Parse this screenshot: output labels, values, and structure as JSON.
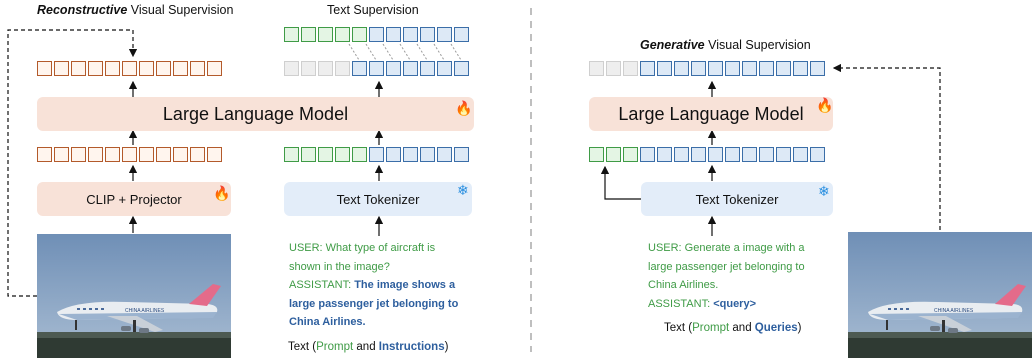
{
  "left": {
    "title_bold": "Reconstructive",
    "title_rest": " Visual Supervision",
    "llm_label": "Large Language Model",
    "encoder_label": "CLIP + Projector"
  },
  "middle": {
    "title": "Text Supervision",
    "tokenizer_label": "Text Tokenizer",
    "prompt_user": "USER: What type of aircraft is shown in the image?",
    "prompt_assistant": "ASSISTANT: ",
    "prompt_answer": "The image shows a large passenger jet belonging to China Airlines.",
    "caption_pre": "Text (",
    "caption_prompt": "Prompt",
    "caption_and": " and ",
    "caption_highlight": "Instructions",
    "caption_post": ")"
  },
  "right": {
    "title_bold": "Generative",
    "title_rest": " Visual Supervision",
    "llm_label": "Large Language Model",
    "tokenizer_label": "Text Tokenizer",
    "prompt_user": "USER: Generate a image with a large passenger jet belonging to China Airlines.",
    "prompt_assistant": "ASSISTANT: ",
    "prompt_answer": "<query>",
    "caption_pre": "Text (",
    "caption_prompt": "Prompt",
    "caption_and": " and ",
    "caption_highlight": "Queries",
    "caption_post": ")"
  },
  "photo_text": "CHINA AIRLINES",
  "colors": {
    "visual_token": "#b35a2b",
    "prompt_token": "#3f9b46",
    "response_token": "#3b6ea8",
    "empty_token": "#cfcfcf",
    "llm_fill": "#f8e2d8",
    "tokenizer_fill": "#e3edf9",
    "trainable_icon": "#e5431a",
    "frozen_icon": "#2a8fe0"
  },
  "icons": [
    "fire-icon",
    "snowflake-icon"
  ]
}
